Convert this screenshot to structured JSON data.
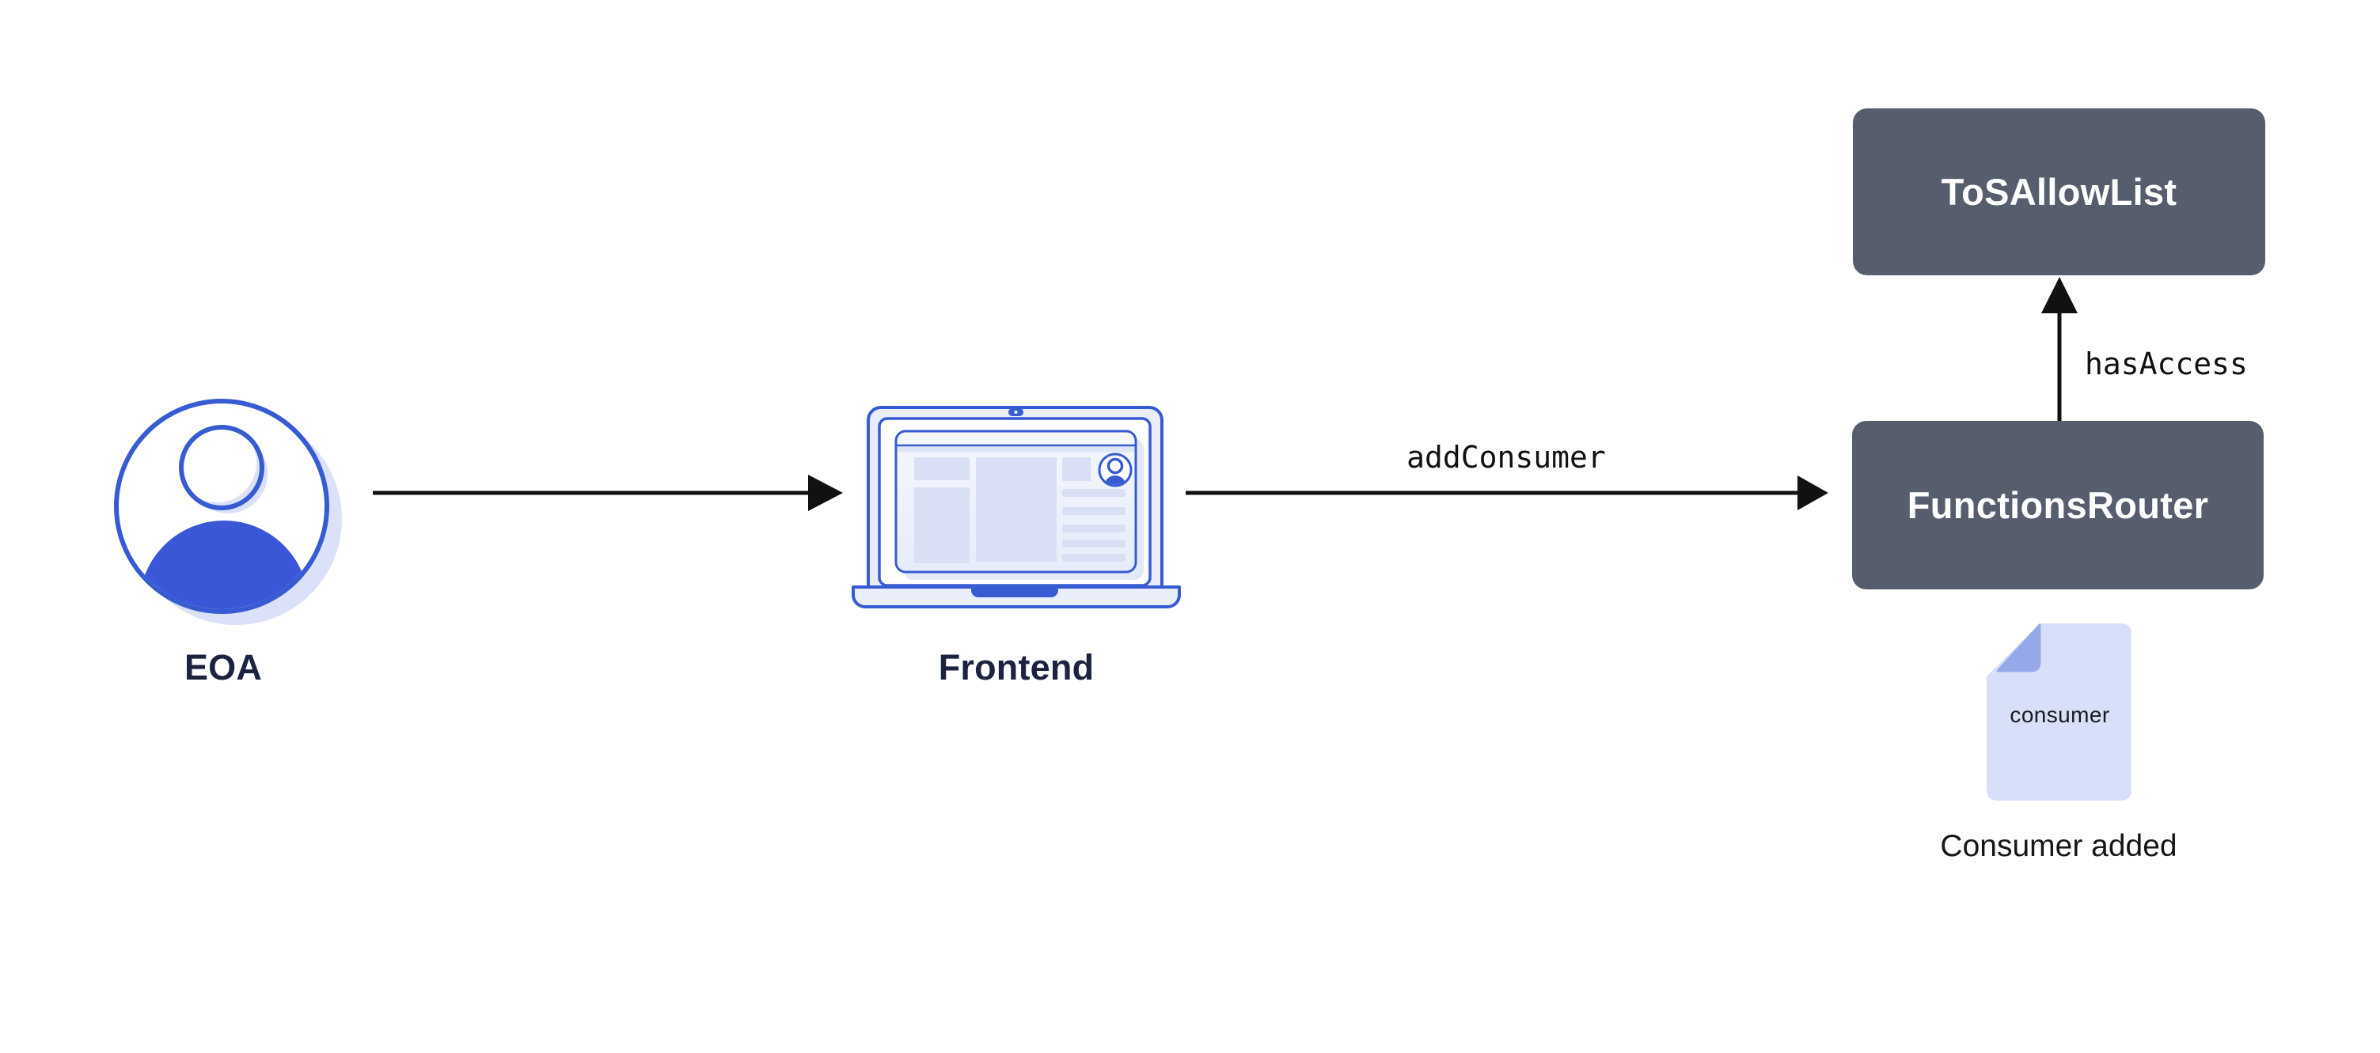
{
  "nodes": {
    "eoa": {
      "label": "EOA"
    },
    "frontend": {
      "label": "Frontend"
    },
    "functions_router": {
      "label": "FunctionsRouter"
    },
    "tos_allow_list": {
      "label": "ToSAllowList"
    },
    "consumer_doc": {
      "label": "consumer",
      "caption": "Consumer added"
    }
  },
  "edges": {
    "eoa_to_frontend": {
      "from": "EOA",
      "to": "Frontend",
      "label": ""
    },
    "frontend_to_router": {
      "from": "Frontend",
      "to": "FunctionsRouter",
      "label": "addConsumer"
    },
    "router_to_allowlist": {
      "from": "FunctionsRouter",
      "to": "ToSAllowList",
      "label": "hasAccess"
    }
  },
  "colors": {
    "accent_blue": "#375BD2",
    "contract_box_slate": "#565D6D",
    "label_navy": "#1B2340",
    "edge_black": "#111111",
    "light_blue_fill": "#D9E0F6",
    "pale_blue_fill": "#E9EDFB",
    "shadow_blue": "#DAE1F8",
    "doc_page_blue": "#D8DFF9",
    "doc_fold_blue": "#97A8EA",
    "background": "#FFFFFF"
  }
}
